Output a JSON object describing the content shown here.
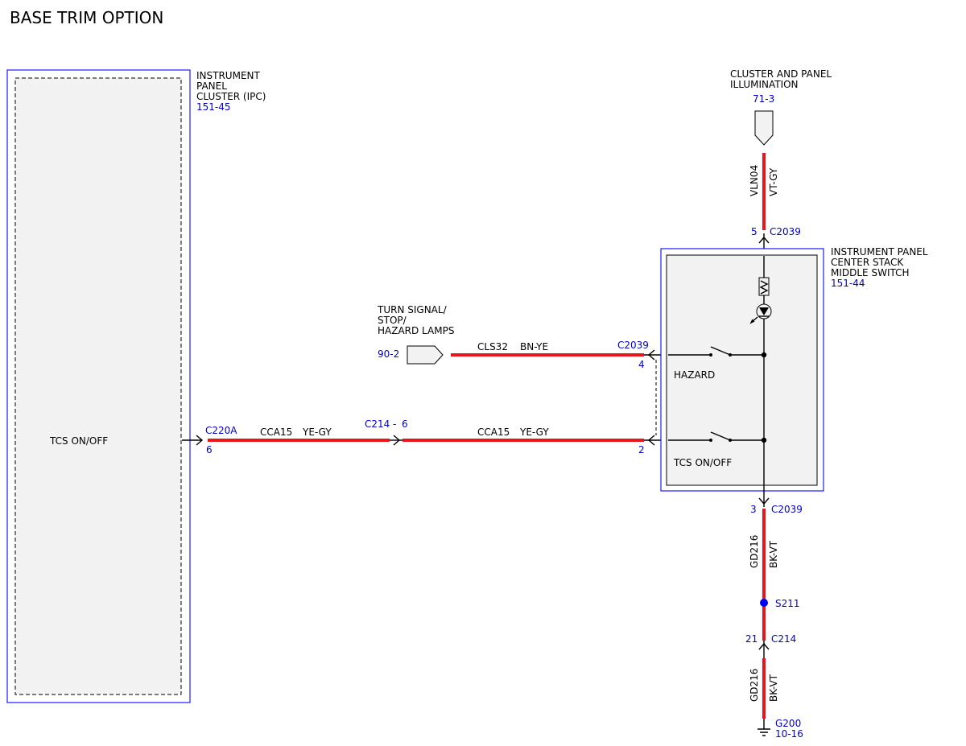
{
  "title": "BASE TRIM OPTION",
  "ipc": {
    "name_lines": [
      "INSTRUMENT",
      "PANEL",
      "CLUSTER (IPC)"
    ],
    "ref": "151-45",
    "inner_label": "TCS ON/OFF",
    "connector": "C220A",
    "pin": "6"
  },
  "cluster_illum": {
    "name_lines": [
      "CLUSTER AND PANEL",
      "ILLUMINATION"
    ],
    "ref": "71-3",
    "circuit": "VLN04",
    "color": "VT-GY",
    "pin": "5",
    "connector": "C2039"
  },
  "switch": {
    "name_lines": [
      "INSTRUMENT PANEL",
      "CENTER STACK",
      "MIDDLE SWITCH"
    ],
    "ref": "151-44",
    "hazard_label": "HAZARD",
    "tcs_label": "TCS ON/OFF"
  },
  "turn_signal": {
    "name_lines": [
      "TURN SIGNAL/",
      "STOP/",
      "HAZARD LAMPS"
    ],
    "ref": "90-2",
    "circuit": "CLS32",
    "color": "BN-YE",
    "connector": "C2039",
    "pin": "4"
  },
  "tcs_wire": {
    "circuit": "CCA15",
    "color": "YE-GY",
    "inline_connector": "C214",
    "inline_dash": "-",
    "inline_pin": "6",
    "pin": "2"
  },
  "ground": {
    "pin_top": "3",
    "connector_top": "C2039",
    "circuit": "GD216",
    "color": "BK-VT",
    "splice": "S211",
    "pin_mid": "21",
    "connector_mid": "C214",
    "ground_id": "G200",
    "ground_ref": "10-16"
  },
  "colors": {
    "wire": "#e8161b",
    "ref_blue": "#0000cc",
    "component_fill": "#f2f2f2"
  }
}
